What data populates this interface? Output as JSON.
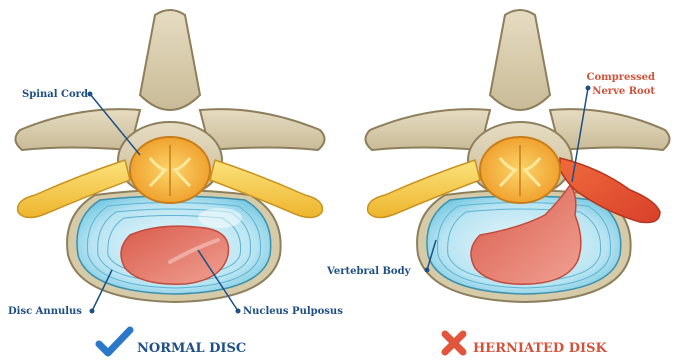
{
  "labels": {
    "spinal_cord": "Spinal Cord",
    "disc_annulus": "Disc Annulus",
    "nucleus_pulposus": "Nucleus Pulposus",
    "compressed_line1": "Compressed",
    "compressed_line2": "Nerve Root",
    "vertebral_body": "Vertebral Body"
  },
  "captions": {
    "normal": "NORMAL DISC",
    "herniated": "HERNIATED DISK"
  },
  "icons": {
    "normal": "check-icon",
    "herniated": "cross-icon"
  },
  "colors": {
    "label_blue": "#1d4f86",
    "label_red": "#d2533a",
    "check_blue": "#2b78c8",
    "cross_red": "#e0553c",
    "bone": "#d9cdb0",
    "nerve_yellow": "#f5c842",
    "cord_orange": "#f0a830",
    "disc_blue": "#bfe6f3",
    "nucleus_red": "#e8786a"
  }
}
